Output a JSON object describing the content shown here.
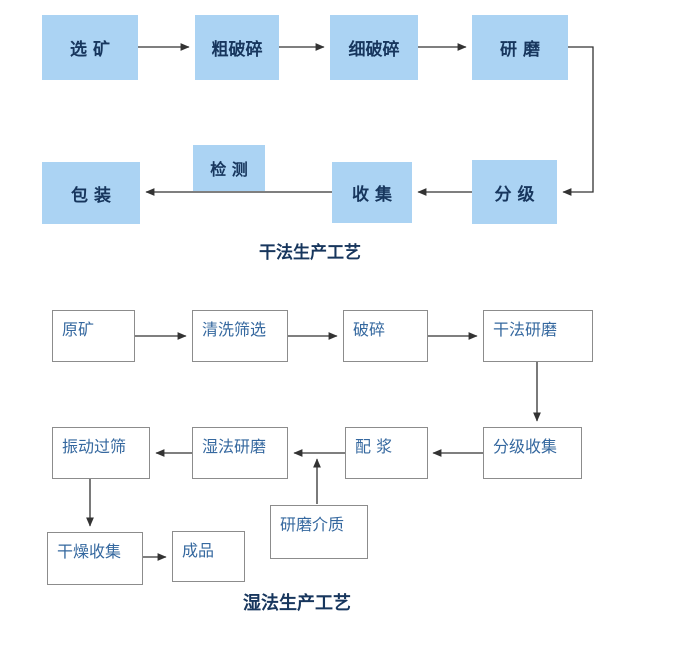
{
  "colors": {
    "blue_box_fill": "#abd3f3",
    "blue_box_text": "#17365d",
    "outline_box_border": "#8c8c8c",
    "outline_box_text": "#35689f",
    "connector": "#333333",
    "title_text": "#17365d",
    "background": "#ffffff"
  },
  "dry_chart": {
    "title": "干法生产工艺",
    "nodes": {
      "ore_selection": "选 矿",
      "coarse_crushing": "粗破碎",
      "fine_crushing": "细破碎",
      "grinding": "研 磨",
      "classification": "分 级",
      "collection": "收 集",
      "inspection": "检 测",
      "packaging": "包 装"
    },
    "edges": [
      {
        "from": "ore_selection",
        "to": "coarse_crushing"
      },
      {
        "from": "coarse_crushing",
        "to": "fine_crushing"
      },
      {
        "from": "fine_crushing",
        "to": "grinding"
      },
      {
        "from": "grinding",
        "to": "classification"
      },
      {
        "from": "classification",
        "to": "collection"
      },
      {
        "from": "collection",
        "to": "packaging",
        "via": "inspection"
      }
    ]
  },
  "wet_chart": {
    "title": "湿法生产工艺",
    "nodes": {
      "raw_ore": "原矿",
      "washing_screening": "清洗筛选",
      "crushing": "破碎",
      "dry_grinding": "干法研磨",
      "classified_collection": "分级收集",
      "slurry_mixing": "配 浆",
      "wet_grinding": "湿法研磨",
      "vibrating_screening": "振动过筛",
      "grinding_media": "研磨介质",
      "drying_collection": "干燥收集",
      "finished_product": "成品"
    },
    "edges": [
      {
        "from": "raw_ore",
        "to": "washing_screening"
      },
      {
        "from": "washing_screening",
        "to": "crushing"
      },
      {
        "from": "crushing",
        "to": "dry_grinding"
      },
      {
        "from": "dry_grinding",
        "to": "classified_collection"
      },
      {
        "from": "classified_collection",
        "to": "slurry_mixing"
      },
      {
        "from": "slurry_mixing",
        "to": "wet_grinding"
      },
      {
        "from": "grinding_media",
        "to": "wet_grinding"
      },
      {
        "from": "wet_grinding",
        "to": "vibrating_screening"
      },
      {
        "from": "vibrating_screening",
        "to": "drying_collection"
      },
      {
        "from": "drying_collection",
        "to": "finished_product"
      }
    ]
  }
}
